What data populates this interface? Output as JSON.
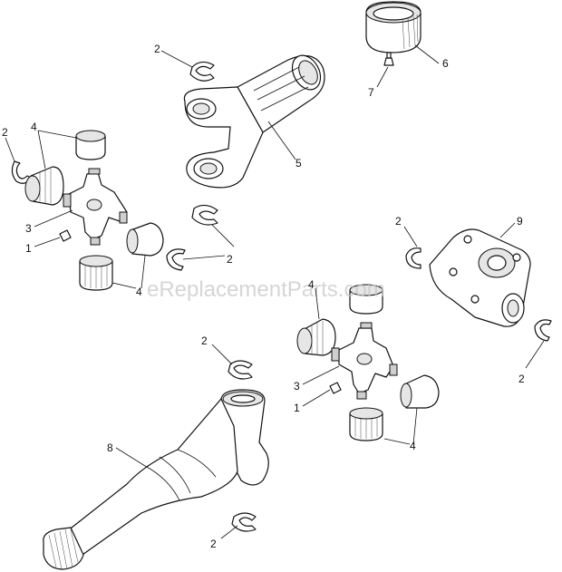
{
  "watermark": "eReplacementParts.com",
  "callouts": {
    "c1": "1",
    "c1b": "1",
    "c2a": "2",
    "c2b": "2",
    "c2c": "2",
    "c2d": "2",
    "c2e": "2",
    "c2f": "2",
    "c2g": "2",
    "c3": "3",
    "c3b": "3",
    "c4a": "4",
    "c4b": "4",
    "c4c": "4",
    "c4d": "4",
    "c5": "5",
    "c6": "6",
    "c7": "7",
    "c8": "8",
    "c9": "9"
  }
}
